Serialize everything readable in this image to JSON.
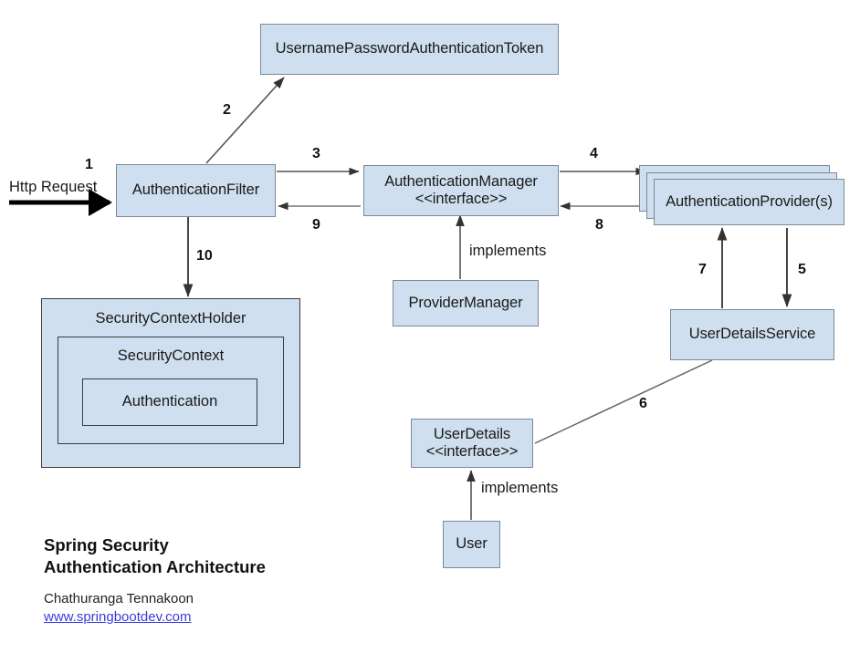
{
  "diagram": {
    "title_line1": "Spring Security",
    "title_line2": "Authentication Architecture",
    "author": "Chathuranga Tennakoon",
    "website": "www.springbootdev.com",
    "colors": {
      "node_fill": "#cfdfef",
      "node_border": "#7a8a99",
      "link": "#3b3bdd",
      "text": "#1a1a1a",
      "arrow": "#333333"
    },
    "nodes": [
      {
        "id": "token",
        "label": "UsernamePasswordAuthenticationToken",
        "stereotype": ""
      },
      {
        "id": "filter",
        "label": "AuthenticationFilter",
        "stereotype": ""
      },
      {
        "id": "manager",
        "label": "AuthenticationManager",
        "stereotype": "<<interface>>"
      },
      {
        "id": "providers",
        "label": "AuthenticationProvider(s)",
        "stereotype": ""
      },
      {
        "id": "provider-manager",
        "label": "ProviderManager",
        "stereotype": ""
      },
      {
        "id": "user-details-service",
        "label": "UserDetailsService",
        "stereotype": ""
      },
      {
        "id": "user-details",
        "label": "UserDetails",
        "stereotype": "<<interface>>"
      },
      {
        "id": "user",
        "label": "User",
        "stereotype": ""
      },
      {
        "id": "security-context-holder",
        "label": "SecurityContextHolder",
        "stereotype": ""
      },
      {
        "id": "security-context",
        "label": "SecurityContext",
        "stereotype": ""
      },
      {
        "id": "authentication",
        "label": "Authentication",
        "stereotype": ""
      }
    ],
    "edge_labels": {
      "e1": "1",
      "e2": "2",
      "e3": "3",
      "e4": "4",
      "e5": "5",
      "e6": "6",
      "e7": "7",
      "e8": "8",
      "e9": "9",
      "e10": "10"
    },
    "annotations": {
      "http_request": "Http Request",
      "implements_manager": "implements",
      "implements_user": "implements"
    }
  }
}
